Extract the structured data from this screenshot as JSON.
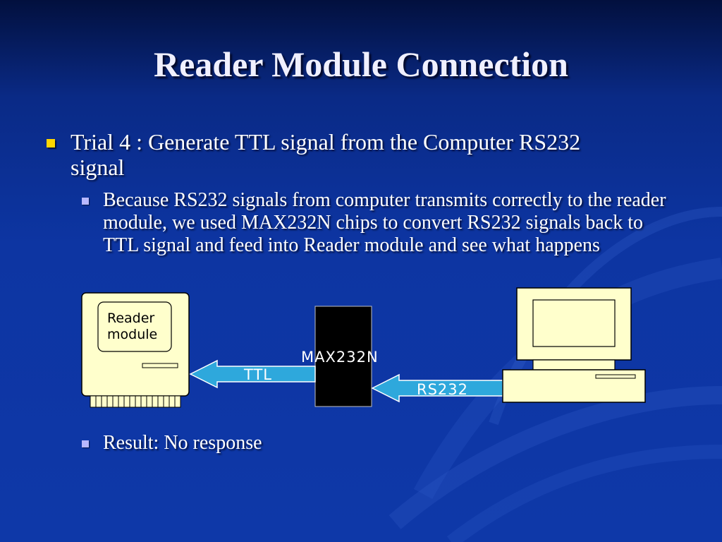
{
  "slide": {
    "title": "Reader Module Connection",
    "bullet_main": "Trial 4 : Generate TTL signal from the Computer RS232 signal",
    "sub_bullet_1": "Because RS232 signals from computer transmits correctly to the reader module, we used MAX232N chips to convert RS232 signals back to TTL signal and feed into Reader module and see what happens",
    "sub_bullet_2": "Result: No response"
  },
  "diagram": {
    "reader_label": "Reader module",
    "chip_label": "MAX232N",
    "ttl_label": "TTL",
    "rs232_label": "RS232"
  },
  "colors": {
    "background": "#0e38a8",
    "bullet_main": "#ffd700",
    "bullet_sub": "#b8b8ff",
    "device_fill": "#ffffcc",
    "arrow_fill": "#2ea8dc"
  }
}
